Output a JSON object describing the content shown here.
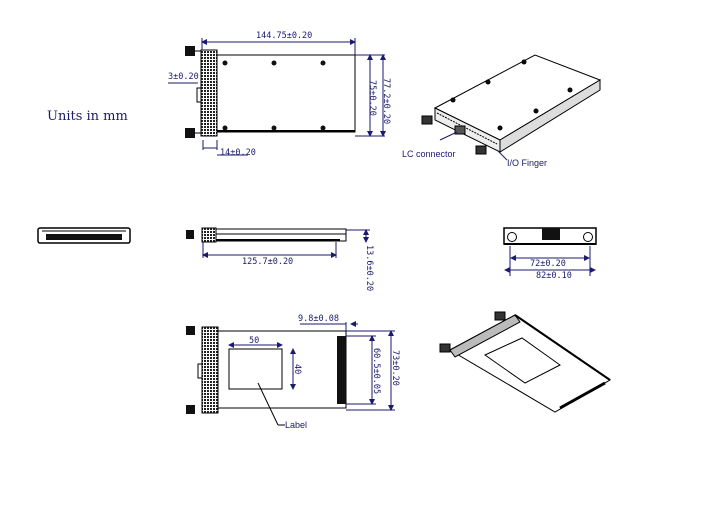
{
  "drawing": {
    "units_note": "Units in mm",
    "top_view": {
      "length": "144.75±0.20",
      "offset": "3±0.20",
      "bezel_depth": "14±0.20",
      "inner_width": "75±0.20",
      "outer_width": "77.2±0.20"
    },
    "iso_view": {
      "callout_lc": "LC connector",
      "callout_io": "I/O Finger"
    },
    "side_view": {
      "length": "125.7±0.20",
      "height": "13.6±0.20"
    },
    "rear_view": {
      "inner_width": "72±0.20",
      "outer_width": "82±0.10"
    },
    "bottom_view": {
      "finger_offset": "9.8±0.08",
      "finger_width": "60.5±0.05",
      "overall_width": "73±0.20",
      "label_width": "50",
      "label_height": "40",
      "label_callout": "Label"
    },
    "colors": {
      "line": "#000000",
      "dimension": "#1a1a6e",
      "background": "#ffffff"
    }
  }
}
